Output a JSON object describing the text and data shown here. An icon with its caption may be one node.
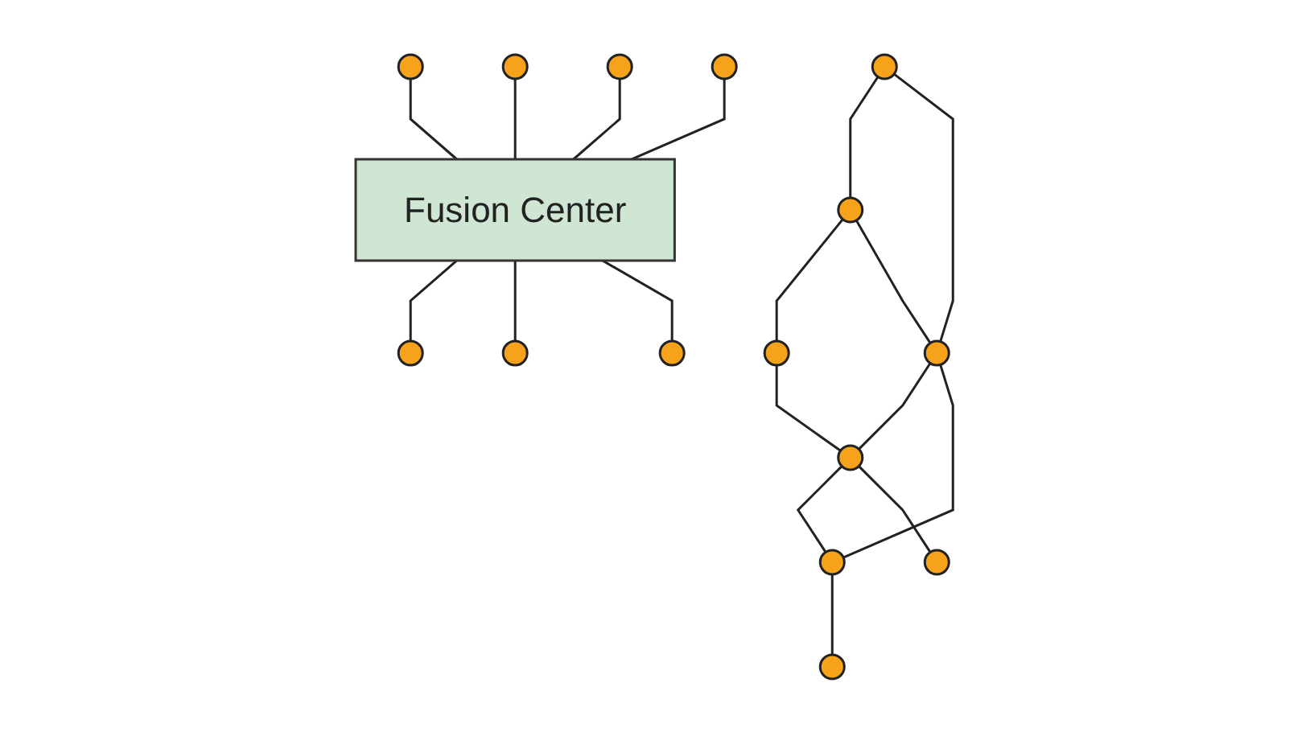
{
  "diagram": {
    "nodes": [
      {
        "text": [
          "Fusion Center"
        ]
      },
      {
        "text": [],
        "shape": "circle"
      },
      {
        "text": [],
        "shape": "circle"
      },
      {
        "text": [],
        "shape": "circle"
      },
      {
        "text": [],
        "shape": "circle"
      },
      {
        "text": [],
        "shape": "circle"
      },
      {
        "text": [],
        "shape": "circle"
      },
      {
        "text": [],
        "shape": "circle"
      },
      {
        "text": [],
        "shape": "circle"
      },
      {
        "text": [],
        "shape": "circle"
      },
      {
        "text": [],
        "shape": "circle"
      },
      {
        "text": [],
        "shape": "circle"
      },
      {
        "text": [],
        "shape": "circle"
      },
      {
        "text": [],
        "shape": "circle"
      },
      {
        "text": [],
        "shape": "circle"
      },
      {
        "text": [],
        "shape": "circle"
      }
    ],
    "edges": [
      {
        "from": 1,
        "to": 0,
        "arrow": "none"
      },
      {
        "from": 2,
        "to": 0,
        "arrow": "none"
      },
      {
        "from": 3,
        "to": 0,
        "arrow": "none"
      },
      {
        "from": 4,
        "to": 0,
        "arrow": "none"
      },
      {
        "from": 0,
        "to": 5,
        "arrow": "none"
      },
      {
        "from": 0,
        "to": 6,
        "arrow": "none"
      },
      {
        "from": 0,
        "to": 7,
        "arrow": "none"
      },
      {
        "from": 8,
        "to": 9,
        "arrow": "none"
      },
      {
        "from": 8,
        "to": 11,
        "arrow": "none"
      },
      {
        "from": 9,
        "to": 10,
        "arrow": "none"
      },
      {
        "from": 9,
        "to": 11,
        "arrow": "none"
      },
      {
        "from": 10,
        "to": 12,
        "arrow": "none"
      },
      {
        "from": 11,
        "to": 12,
        "arrow": "none"
      },
      {
        "from": 11,
        "to": 13,
        "arrow": "none"
      },
      {
        "from": 12,
        "to": 13,
        "arrow": "none"
      },
      {
        "from": 13,
        "to": 14,
        "arrow": "none"
      },
      {
        "from": 12,
        "to": 15,
        "arrow": "none"
      }
    ]
  }
}
